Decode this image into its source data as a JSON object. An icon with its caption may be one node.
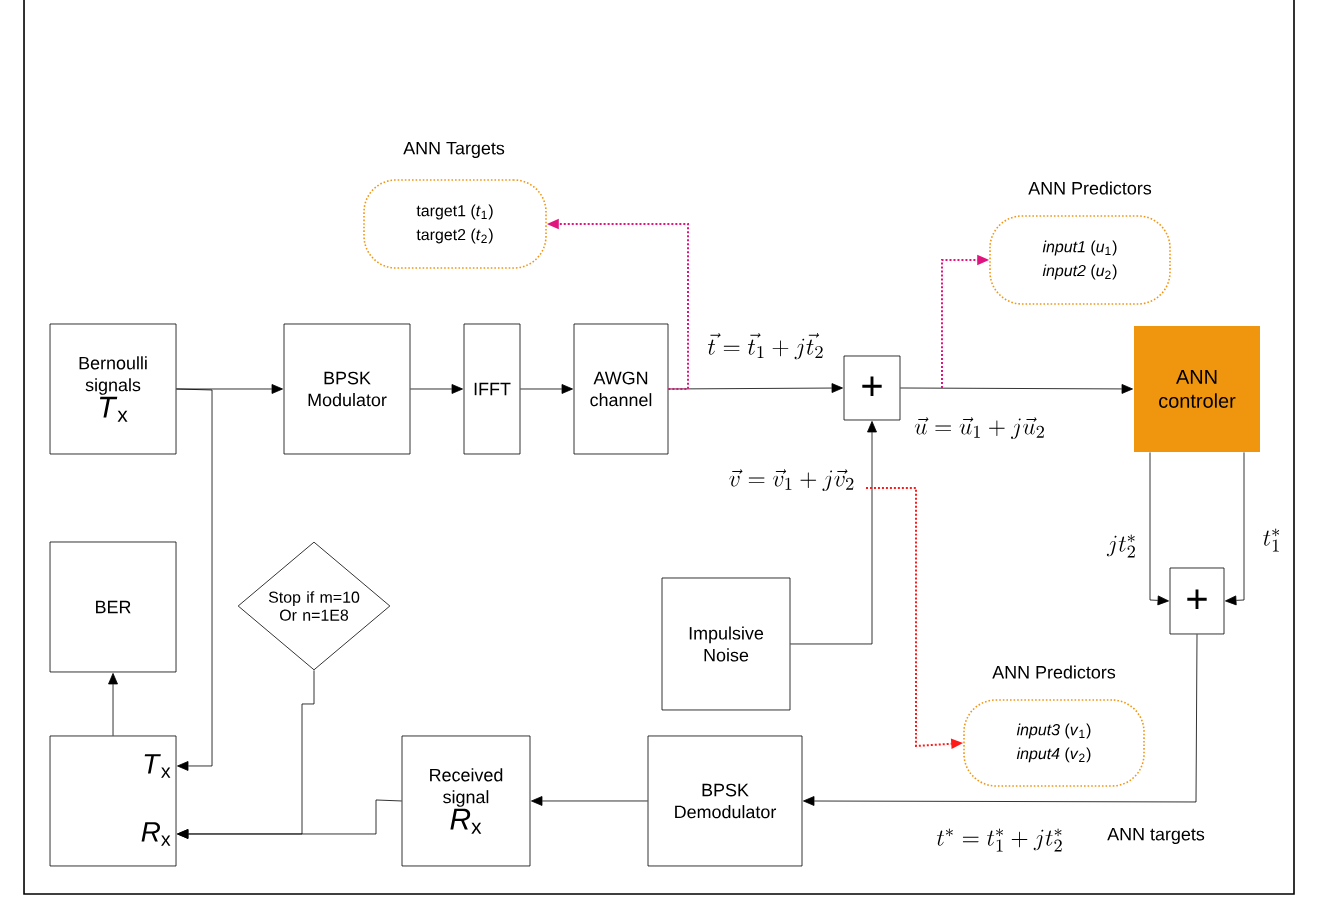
{
  "diagram": {
    "nodes": [
      {
        "text": [
          "Bernoulli signals",
          "*T*$_{x}$"
        ]
      },
      {
        "text": [
          "BPSK Modulator"
        ]
      },
      {
        "text": [
          "IFFT"
        ]
      },
      {
        "text": [
          "AWGN channel"
        ]
      },
      {
        "text": [
          "+"
        ]
      },
      {
        "text": [
          "ANN controler"
        ]
      },
      {
        "text": [
          "ANN Targets",
          "target1 (*t*$_{1}$)",
          "target2 (*t*$_{2}$)"
        ]
      },
      {
        "text": [
          "ANN Predictors",
          "*input1* (*u*$_{1}$)",
          "*input2* (*u*$_{2}$)"
        ]
      },
      {
        "text": [
          "Impulsive Noise"
        ]
      },
      {
        "text": [
          "+"
        ]
      },
      {
        "text": [
          "ANN Predictors",
          "*input3* (*v*$_{1}$)",
          "*input4* (*v*$_{2}$)"
        ]
      },
      {
        "text": [
          "BPSK Demodulator"
        ]
      },
      {
        "text": [
          "Received signal",
          "*R*$_{x}$"
        ]
      },
      {
        "text": [
          "Stop if m=10 Or n=1E8"
        ]
      },
      {
        "text": [
          "BER"
        ]
      },
      {
        "text": [
          "*T*$_{x}$",
          "*R*$_{x}$"
        ]
      }
    ],
    "edges": [
      {
        "from": 0,
        "to": 1,
        "arrow": "to"
      },
      {
        "from": 0,
        "to": 15,
        "arrow": "to"
      },
      {
        "from": 1,
        "to": 2,
        "arrow": "to"
      },
      {
        "from": 2,
        "to": 3,
        "arrow": "to"
      },
      {
        "from": 3,
        "to": 4,
        "arrow": "to",
        "label": "\\vec{t}=\\vec{t}_1+j\\vec{t}_2"
      },
      {
        "from": 3,
        "to": 6,
        "arrow": "to",
        "style": "dashed",
        "color": "#e0147f"
      },
      {
        "from": 4,
        "to": 5,
        "arrow": "to",
        "label": "\\vec{u}=\\vec{u}_1+j\\vec{u}_2"
      },
      {
        "from": null,
        "to": 7,
        "arrow": "to",
        "style": "dashed",
        "color": "#e0147f"
      },
      {
        "from": 8,
        "to": 4,
        "arrow": "to",
        "label": "\\vec{v}=\\vec{v}_1+j\\vec{v}_2"
      },
      {
        "from": null,
        "to": 10,
        "arrow": "to",
        "style": "dashed",
        "color": "#ff1a1a"
      },
      {
        "from": 5,
        "to": 9,
        "arrow": "to",
        "label": "jt_2^*"
      },
      {
        "from": 5,
        "to": 9,
        "arrow": "to",
        "label": "t_1^*"
      },
      {
        "from": 9,
        "to": 11,
        "arrow": "to",
        "label": "t^*=t_1^*+jt_2^*"
      },
      {
        "from": 11,
        "to": 12,
        "arrow": "to"
      },
      {
        "from": 12,
        "to": 15,
        "arrow": "to"
      },
      {
        "from": 13,
        "to": 15,
        "arrow": "to"
      },
      {
        "from": 15,
        "to": 14,
        "arrow": "to"
      }
    ],
    "labels": [
      "ANN targets"
    ]
  }
}
